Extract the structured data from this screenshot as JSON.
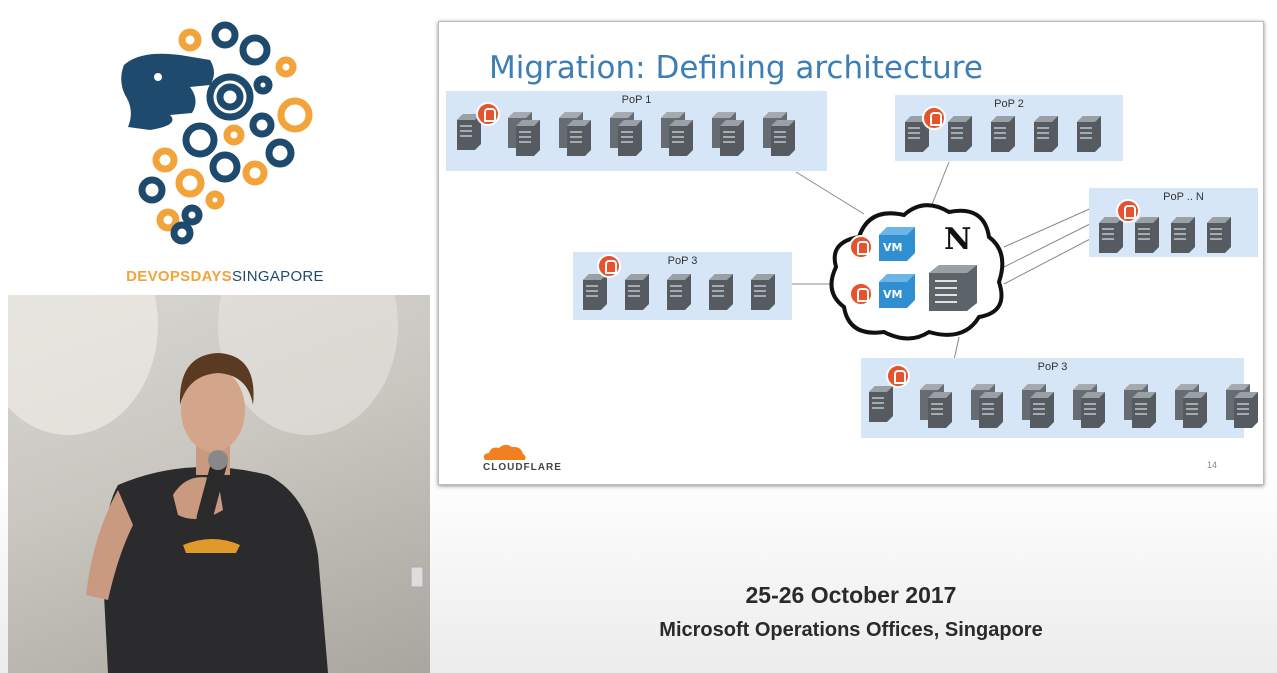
{
  "event": {
    "logo_text_primary": "DEVOPSDAYS",
    "logo_text_secondary": "SINGAPORE",
    "date": "25-26 October 2017",
    "venue": "Microsoft Operations Offices, Singapore"
  },
  "slide": {
    "title": "Migration: Defining architecture",
    "brand": "CLOUDFLARE",
    "page_number": "14",
    "pops": [
      {
        "label": "PoP 1"
      },
      {
        "label": "PoP 2"
      },
      {
        "label": "PoP .. N"
      },
      {
        "label": "PoP 3"
      },
      {
        "label": "PoP 3"
      }
    ],
    "vm_labels": [
      "VM",
      "VM"
    ],
    "nagios_letter": "N"
  },
  "colors": {
    "slide_title": "#3d7fb5",
    "pop_background": "#d6e6f7",
    "prometheus": "#e6522c",
    "cloudflare": "#f38020",
    "logo_blue": "#1e4a6e",
    "logo_orange": "#f2a33a"
  },
  "icons": [
    "gear-cluster-logo",
    "server-icon",
    "prometheus-icon",
    "vm-icon",
    "nagios-icon",
    "cloud-icon",
    "cloudflare-logo-icon"
  ]
}
